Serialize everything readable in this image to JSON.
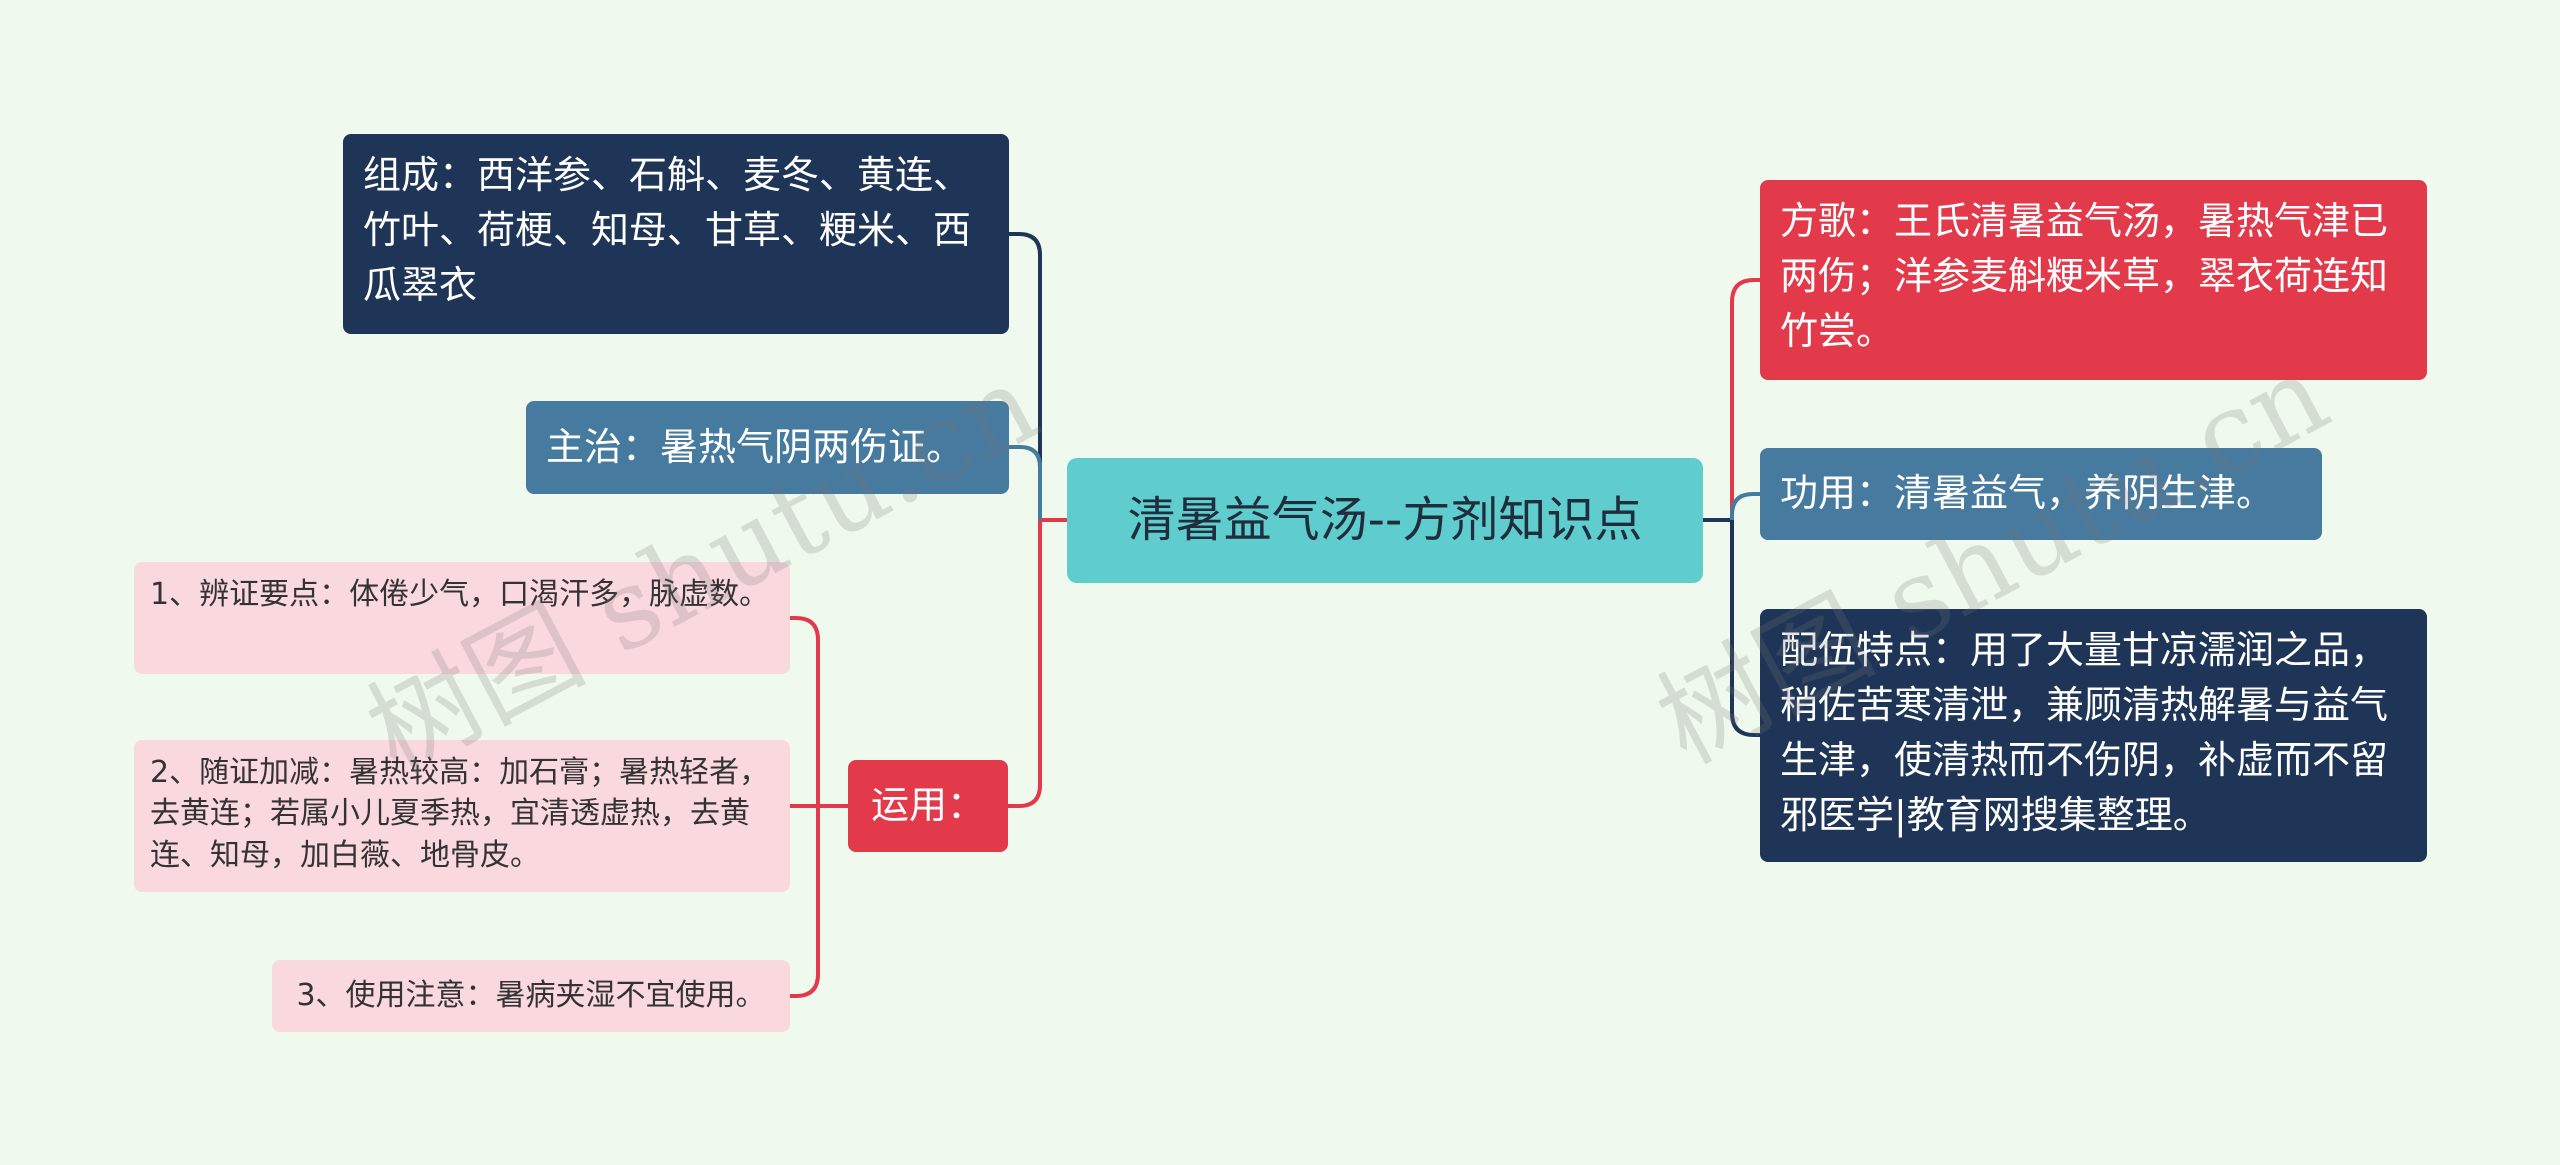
{
  "root": {
    "label": "清暑益气汤--方剂知识点",
    "color": "#5fcccd"
  },
  "left": {
    "zucheng": "组成：西洋参、石斛、麦冬、黄连、竹叶、荷梗、知母、甘草、粳米、西瓜翠衣",
    "zhuzhi": "主治：暑热气阴两伤证。",
    "yunyong": {
      "label": "运用：",
      "items": [
        "1、辨证要点：体倦少气，口渴汗多，脉虚数。",
        "2、随证加减：暑热较高：加石膏；暑热轻者，去黄连；若属小儿夏季热，宜清透虚热，去黄连、知母，加白薇、地骨皮。",
        "3、使用注意：暑病夹湿不宜使用。"
      ]
    }
  },
  "right": {
    "fangge": "方歌：王氏清暑益气汤，暑热气津已两伤；洋参麦斛粳米草，翠衣荷连知竹尝。",
    "gongyong": "功用：清暑益气，养阴生津。",
    "peiwu": "配伍特点：用了大量甘凉濡润之品，稍佐苦寒清泄，兼顾清热解暑与益气生津，使清热而不伤阴，补虚而不留邪医学|教育网搜集整理。"
  },
  "watermark": "树图 shutu.cn",
  "colors": {
    "background": "#f0f9ee",
    "dark_navy": "#1e3557",
    "steel_blue": "#477a9f",
    "red": "#e33a4b",
    "pink": "#fad9de"
  }
}
